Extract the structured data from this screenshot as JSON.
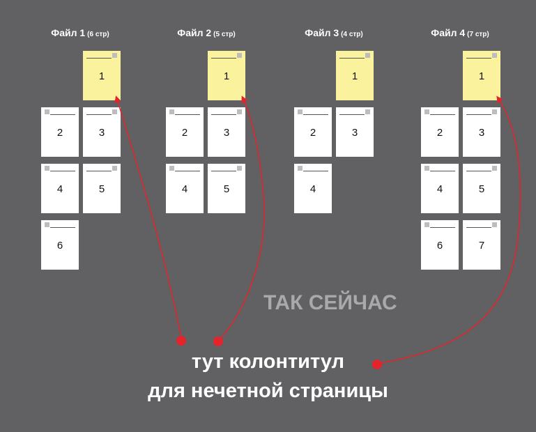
{
  "files": [
    {
      "name": "Файл 1",
      "count": "(6 стр)",
      "pages": [
        "1",
        "2",
        "3",
        "4",
        "5",
        "6"
      ]
    },
    {
      "name": "Файл 2",
      "count": "(5 стр)",
      "pages": [
        "1",
        "2",
        "3",
        "4",
        "5"
      ]
    },
    {
      "name": "Файл 3",
      "count": "(4 стр)",
      "pages": [
        "1",
        "2",
        "3",
        "4"
      ]
    },
    {
      "name": "Файл 4",
      "count": "(7 стр)",
      "pages": [
        "1",
        "2",
        "3",
        "4",
        "5",
        "6",
        "7"
      ]
    }
  ],
  "status_label": "ТАК СЕЙЧАС",
  "caption": {
    "line1": "тут колонтитул",
    "line2": "для нечетной страницы"
  },
  "colors": {
    "background": "#616163",
    "odd_page": "#fbf29e",
    "even_page": "#ffffff",
    "arrow": "#e3242b",
    "status_text": "#a9a9ab"
  }
}
